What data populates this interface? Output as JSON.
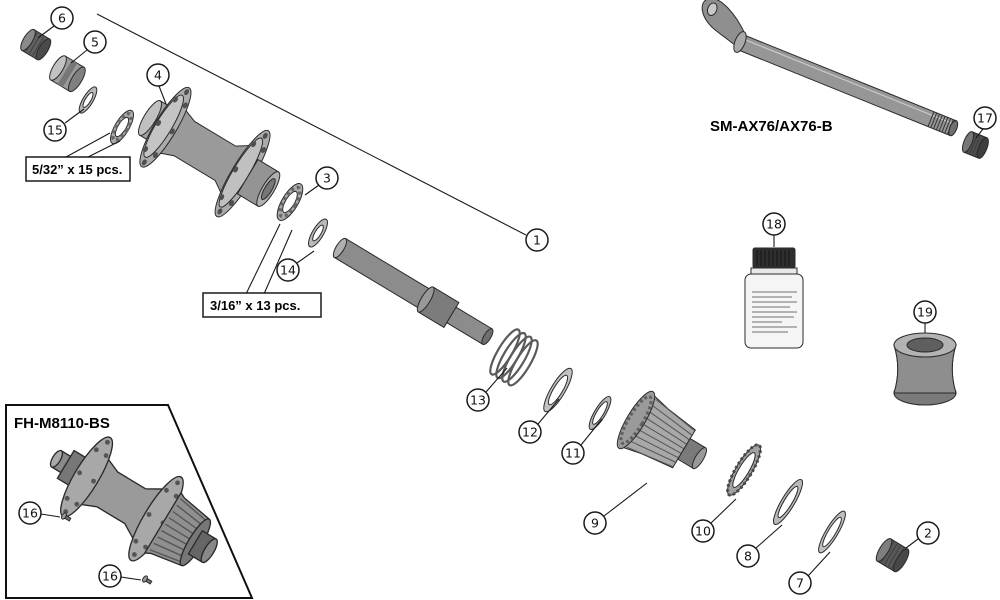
{
  "diagram": {
    "type": "exploded-parts-diagram",
    "product_labels": {
      "hub_model": "FH-M8110-BS",
      "axle_model": "SM-AX76/AX76-B"
    },
    "annotations": {
      "bearing_small": "5/32” x 15 pcs.",
      "bearing_large": "3/16” x 13 pcs."
    },
    "callouts": {
      "c1": {
        "num": "1"
      },
      "c2": {
        "num": "2"
      },
      "c3": {
        "num": "3"
      },
      "c4": {
        "num": "4"
      },
      "c5": {
        "num": "5"
      },
      "c6": {
        "num": "6"
      },
      "c7": {
        "num": "7"
      },
      "c8": {
        "num": "8"
      },
      "c9": {
        "num": "9"
      },
      "c10": {
        "num": "10"
      },
      "c11": {
        "num": "11"
      },
      "c12": {
        "num": "12"
      },
      "c13": {
        "num": "13"
      },
      "c14": {
        "num": "14"
      },
      "c15": {
        "num": "15"
      },
      "c16": {
        "num": "16"
      },
      "c17": {
        "num": "17"
      },
      "c18": {
        "num": "18"
      },
      "c19": {
        "num": "19"
      }
    }
  }
}
